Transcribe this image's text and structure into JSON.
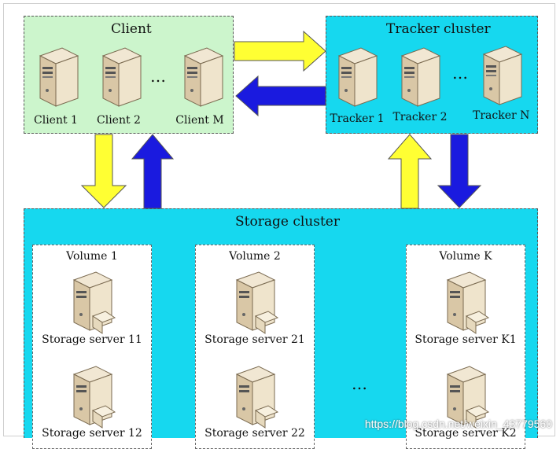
{
  "client": {
    "title": "Client",
    "servers": [
      "Client 1",
      "Client 2",
      "Client M"
    ],
    "ellipsis": "…"
  },
  "tracker": {
    "title": "Tracker cluster",
    "servers": [
      "Tracker 1",
      "Tracker 2",
      "Tracker N"
    ],
    "ellipsis": "…"
  },
  "storage": {
    "title": "Storage cluster",
    "volumes": [
      {
        "title": "Volume 1",
        "servers": [
          "Storage server 11",
          "Storage server 12"
        ]
      },
      {
        "title": "Volume 2",
        "servers": [
          "Storage server 21",
          "Storage server 22"
        ]
      },
      {
        "title": "Volume K",
        "servers": [
          "Storage server K1",
          "Storage server K2"
        ]
      }
    ],
    "ellipsis": "…"
  },
  "watermark": "https://blog.csdn.net/weixin_43779560",
  "colors": {
    "client_bg": "#ccf5cc",
    "cluster_bg": "#16d8ef",
    "request_arrow": "#ffff33",
    "response_arrow": "#1a1adf"
  }
}
